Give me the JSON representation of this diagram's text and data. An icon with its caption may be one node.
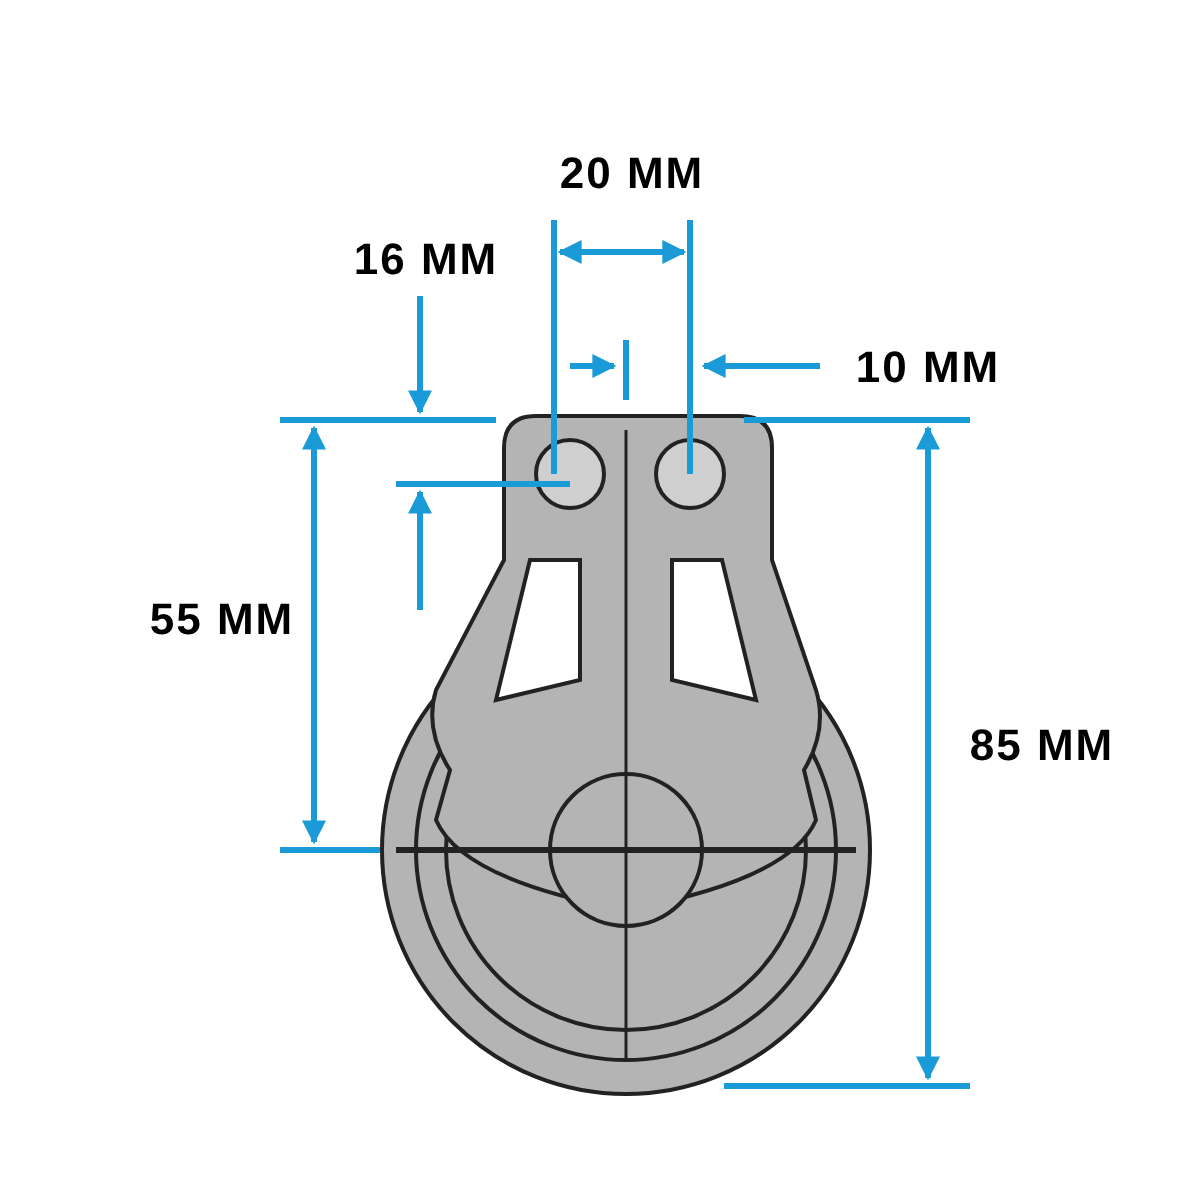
{
  "diagram": {
    "labels": [
      "20 MM",
      "16 MM",
      "10 MM",
      "55 MM",
      "85 MM"
    ]
  }
}
